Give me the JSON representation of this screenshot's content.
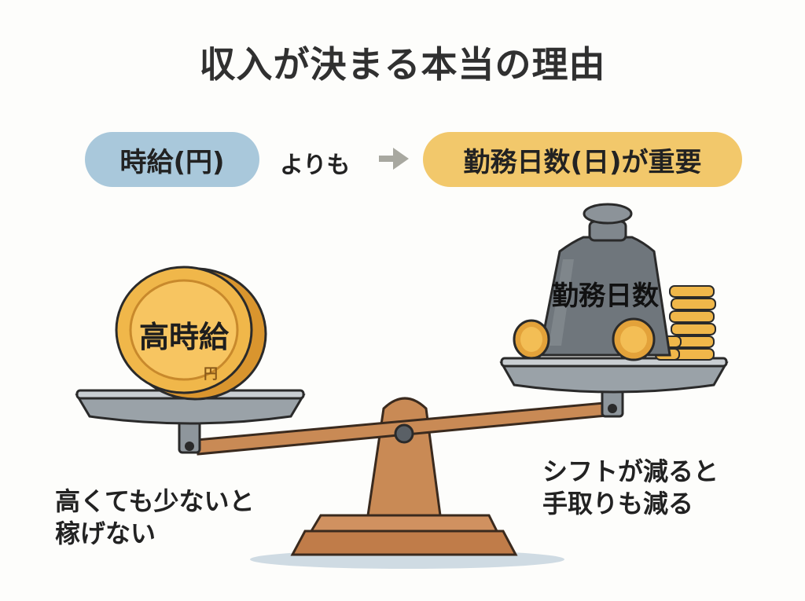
{
  "title": "収入が決まる本当の理由",
  "comparison": {
    "left_label": "時給(円)",
    "connector": "よりも",
    "right_label": "勤務日数(日)が重要"
  },
  "left_pan": {
    "coin_label": "高時給",
    "coin_small_label": "円"
  },
  "right_pan": {
    "weight_label": "勤務日数"
  },
  "captions": {
    "left_line1": "高くても少ないと",
    "left_line2": "稼げない",
    "right_line1": "シフトが減ると",
    "right_line2": "手取りも減る"
  },
  "colors": {
    "wage_pill": "#a9c8db",
    "days_pill": "#f2c86b",
    "coin_gold": "#f0b74a",
    "wood": "#c98a55",
    "weight_gray": "#6f767c"
  },
  "icons": [
    "arrow-right-icon",
    "coin-icon",
    "weight-icon",
    "balance-scale-icon"
  ]
}
